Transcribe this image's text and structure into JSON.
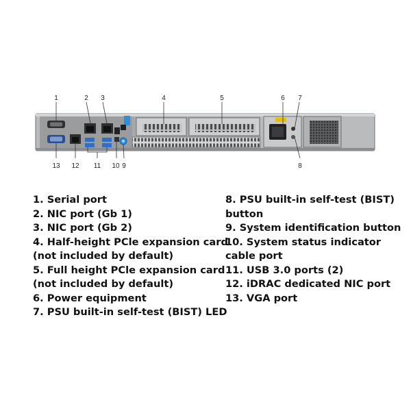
{
  "diagram": {
    "callouts": [
      "1",
      "2",
      "3",
      "4",
      "5",
      "6",
      "7",
      "8",
      "9",
      "10",
      "11",
      "12",
      "13"
    ],
    "colors": {
      "chassis": "#8c8e90",
      "panel": "#3a3b3d",
      "led_blue": "#2f8fd8",
      "psu_yellow": "#e8c000"
    }
  },
  "legend": {
    "left": [
      "1. Serial port",
      "2. NIC port (Gb 1)",
      "3. NIC port (Gb 2)",
      "4. Half-height PCle expansion card (not included by default)",
      "5. Full height PCle expansion card (not included by default)",
      "6. Power equipment",
      "7. PSU built-in self-test (BIST) LED"
    ],
    "right": [
      "8. PSU built-in self-test (BIST) button",
      "9. System identification button",
      "10. System status indicator cable port",
      "11. USB 3.0 ports (2)",
      "12. iDRAC dedicated NIC port",
      "13. VGA port"
    ]
  }
}
